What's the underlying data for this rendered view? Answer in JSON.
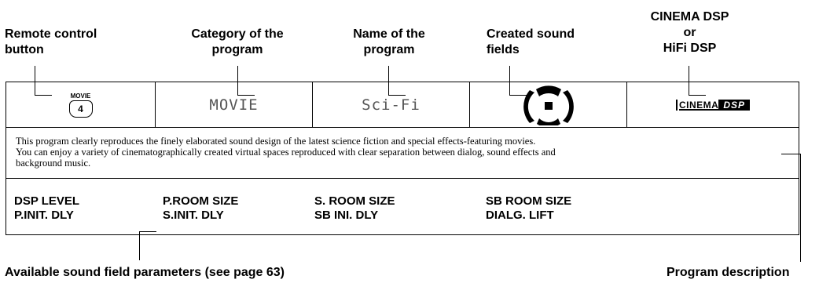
{
  "callouts": {
    "remote": "Remote control\nbutton",
    "category": "Category of the\nprogram",
    "name": "Name of the\nprogram",
    "fields": "Created sound\nfields",
    "dsp": "CINEMA DSP\nor\nHiFi DSP",
    "params": "Available sound field parameters (see page 63)",
    "description": "Program description"
  },
  "program": {
    "remote_label": "MOVIE",
    "remote_number": "4",
    "category_lcd": "MOVIE",
    "name_lcd": "Sci-Fi",
    "logo_cinema": "CINEMA",
    "logo_dsp": "DSP",
    "sound_field_icon": "sound-field-front-surround-icon",
    "description": "This program clearly reproduces the finely elaborated sound design of the latest science fiction and special effects-featuring movies.\nYou can enjoy a variety of cinematographically created virtual spaces reproduced with clear separation between dialog, sound effects and\nbackground music."
  },
  "parameters": [
    [
      "DSP LEVEL",
      "P.INIT. DLY"
    ],
    [
      "P.ROOM SIZE",
      "S.INIT. DLY"
    ],
    [
      "S. ROOM SIZE",
      "SB INI. DLY"
    ],
    [
      "SB ROOM SIZE",
      "DIALG. LIFT"
    ]
  ]
}
